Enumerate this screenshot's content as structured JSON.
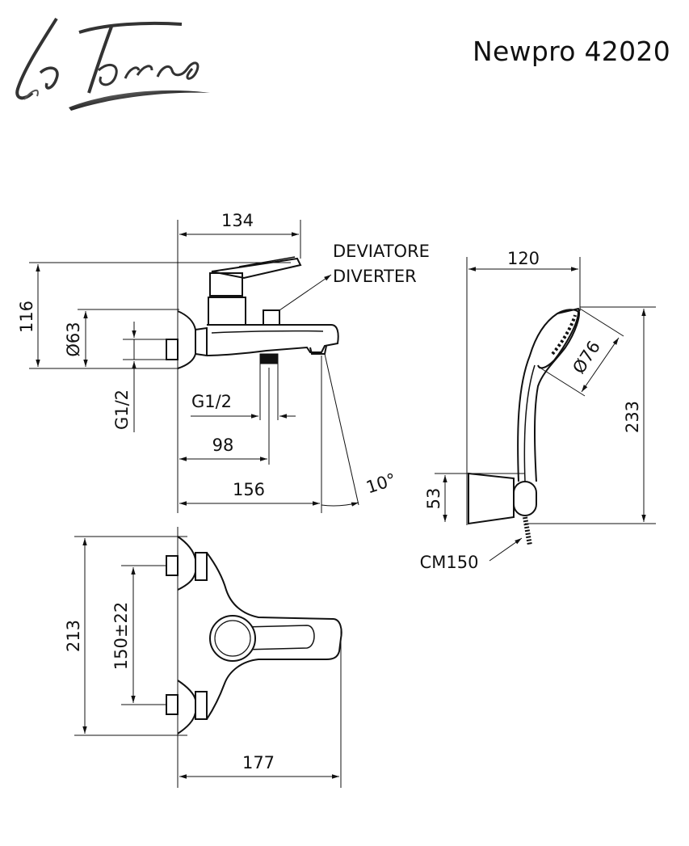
{
  "brand": {
    "logo_text": "LaTorre"
  },
  "model_title": "Newpro 42020",
  "dimensions": {
    "side_top_width": "134",
    "side_height": "116",
    "inlet_diameter": "Ø63",
    "inlet_thread": "G1/2",
    "outlet_thread": "G1/2",
    "outlet_offset": "98",
    "spout_length": "156",
    "spout_angle": "10°",
    "shower_width": "120",
    "shower_head_diameter": "Ø76",
    "shower_height": "233",
    "holder_height": "53",
    "top_height": "213",
    "center_distance": "150±22",
    "top_width": "177"
  },
  "labels": {
    "diverter_it": "DEVIATORE",
    "diverter_en": "DIVERTER",
    "hose": "CM150"
  }
}
